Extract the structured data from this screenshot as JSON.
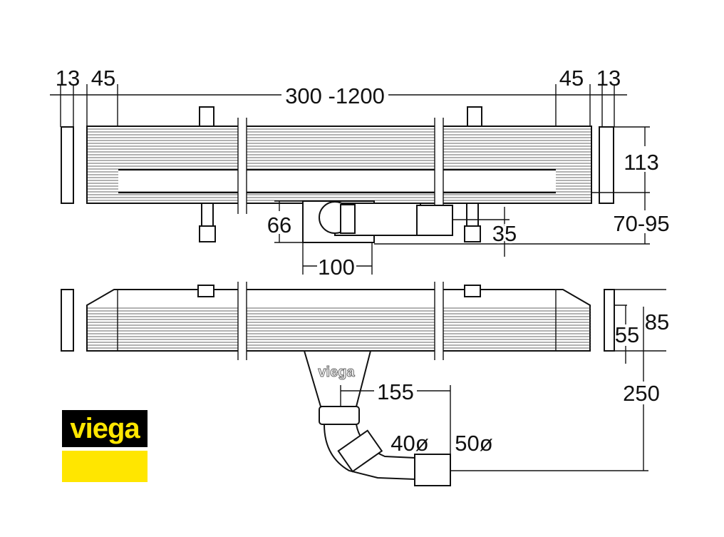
{
  "logo": {
    "text": "viega",
    "colors": {
      "box": "#000000",
      "text": "#ffe600",
      "bar": "#ffe600"
    }
  },
  "funnel_mark": "viega",
  "dimensions": {
    "end_cap_left": "13",
    "offset_left": "45",
    "length_range": "300 -1200",
    "offset_right": "45",
    "end_cap_right": "13",
    "height_body": "113",
    "trap_height": "66",
    "trap_width": "100",
    "outlet_offset": "35",
    "height_adjust": "70-95",
    "total_height": "85",
    "inlet_height": "55",
    "drain_depth": "250",
    "horizontal_offset": "155",
    "pipe_inner": "40ø",
    "pipe_outer": "50ø"
  }
}
